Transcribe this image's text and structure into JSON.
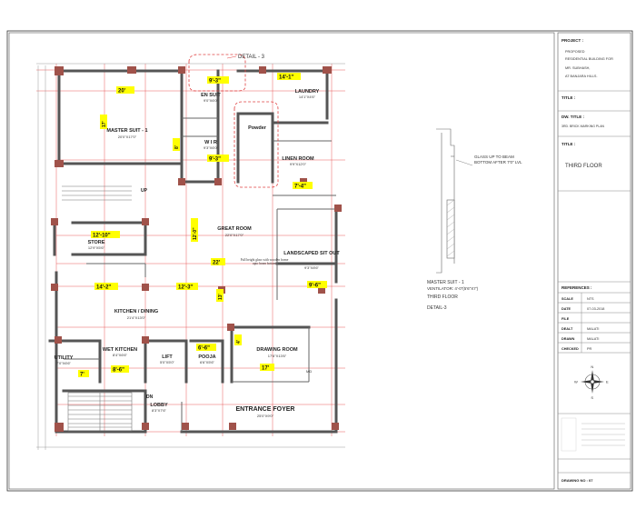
{
  "colors": {
    "wall": "#555555",
    "dim_red": "#e85a5a",
    "tag_yellow": "#ffff00",
    "column": "#a0524a",
    "detail_red": "#e04040"
  },
  "detail_callout": "DETAIL - 3",
  "rooms": [
    {
      "name": "MASTER SUIT - 1",
      "size": "20'0\"X17'0\""
    },
    {
      "name": "EN SUIT",
      "size": "9'0\"X6'0\""
    },
    {
      "name": "LAUNDRY",
      "size": "14'1\"X4'6\""
    },
    {
      "name": "Powder",
      "size": ""
    },
    {
      "name": "W I R",
      "size": "9'3\"X6'0\""
    },
    {
      "name": "LINEN ROOM",
      "size": "9'9\"X12'0\""
    },
    {
      "name": "GREAT ROOM",
      "size": "22'0\"X17'0\""
    },
    {
      "name": "STORE",
      "size": "12'9\"X5'6\""
    },
    {
      "name": "LANDSCAPED SIT OUT",
      "size": "9'3\"X8'6\""
    },
    {
      "name": "KITCHEN / DINING",
      "size": "21'4\"X13'0\""
    },
    {
      "name": "WET KITCHEN",
      "size": "8'4\"X6'6\""
    },
    {
      "name": "UTILITY",
      "size": "7'0\"X6'6\""
    },
    {
      "name": "LIFT",
      "size": "5'0\"X5'0\""
    },
    {
      "name": "POOJA",
      "size": "6'6\"X5'6\""
    },
    {
      "name": "DRAWING ROOM",
      "size": "17'6\"X13'6\""
    },
    {
      "name": "LOBBY",
      "size": "8'3\"X7'6\""
    },
    {
      "name": "ENTRANCE FOYER",
      "size": "25'0\"X9'0\""
    }
  ],
  "dim_tags": [
    "20'",
    "9'-3\"",
    "14'-1\"",
    "9'-3\"",
    "12'-10\"",
    "22'",
    "14'-2\"",
    "12'-3\"",
    "9'-6\"",
    "7'-4\"",
    "8'-6\"",
    "6'-6\"",
    "17'",
    "7'"
  ],
  "vertical_tags": [
    "17'",
    "8'",
    "12'-0\"",
    "13'",
    "4'"
  ],
  "labels": {
    "up": "UP",
    "dn": "DN",
    "note": "Full height glass with wooden frame upto beam bottom",
    "md": "MD"
  },
  "detail": {
    "glass_note": "GLASS UP TO BEAM BOTTOM AFTER 7'0\" LVL",
    "caption1": "MASTER SUIT - 1",
    "caption2": "VENTILATOR: 4'-0\"(5'6\"X7')",
    "caption3": "THIRD FLOOR",
    "caption4": "DETAIL-3"
  },
  "title_block": {
    "project_label": "PROJECT :",
    "project_lines": [
      "PROPOSED",
      "RESIDENTIAL BUILDING FOR",
      "MR. SUBHASH,",
      "AT BANJARA HILLS."
    ],
    "title_small_label": "TITLE :",
    "dwg_title_label": "DW. TITLE :",
    "dwg_title": "3RD. BRICK MARKING PLAN",
    "title_label": "TITLE :",
    "title": "THIRD  FLOOR",
    "references_label": "REFERENCES :",
    "rows": [
      {
        "k": "SCALE",
        "v": "NTS"
      },
      {
        "k": "DATE",
        "v": "07-03-2018"
      },
      {
        "k": "FILE",
        "v": ""
      },
      {
        "k": "DEALT",
        "v": "MALATI"
      },
      {
        "k": "DRAWN",
        "v": "MALATI"
      },
      {
        "k": "CHECKED",
        "v": "PR"
      }
    ],
    "compass": [
      "N",
      "S",
      "E",
      "W"
    ],
    "drawing_no": "DRAWING NO : 07"
  }
}
